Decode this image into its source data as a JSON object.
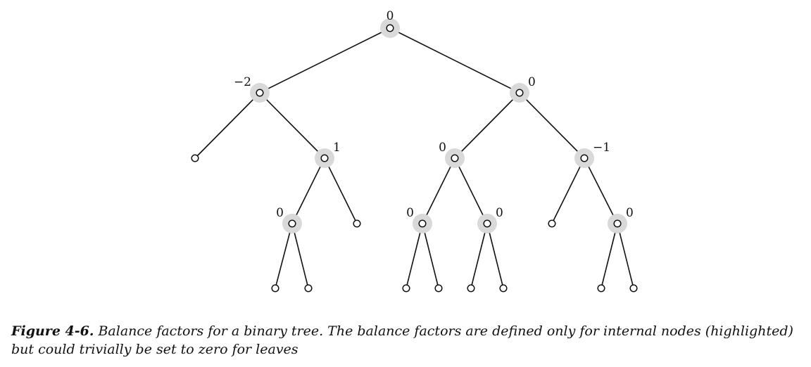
{
  "caption": {
    "label": "Figure 4-6.",
    "text": "Balance factors for a binary tree. The balance factors are defined only for internal nodes (highlighted) but could trivially be set to zero for leaves"
  },
  "colors": {
    "edge": "#111111",
    "node_fill": "#ffffff",
    "highlight": "#d9d9d9",
    "text": "#111111"
  },
  "tree": {
    "nodes": [
      {
        "id": "n0",
        "balance": "0",
        "internal": true
      },
      {
        "id": "n1",
        "parent": "n0",
        "balance": "−2",
        "internal": true
      },
      {
        "id": "n2",
        "parent": "n0",
        "balance": "0",
        "internal": true
      },
      {
        "id": "n3",
        "parent": "n1",
        "internal": false
      },
      {
        "id": "n4",
        "parent": "n1",
        "balance": "1",
        "internal": true
      },
      {
        "id": "n5",
        "parent": "n2",
        "balance": "0",
        "internal": true
      },
      {
        "id": "n6",
        "parent": "n2",
        "balance": "−1",
        "internal": true
      },
      {
        "id": "n7",
        "parent": "n4",
        "balance": "0",
        "internal": true
      },
      {
        "id": "n8",
        "parent": "n4",
        "internal": false
      },
      {
        "id": "n9",
        "parent": "n5",
        "balance": "0",
        "internal": true
      },
      {
        "id": "n10",
        "parent": "n5",
        "balance": "0",
        "internal": true
      },
      {
        "id": "n11",
        "parent": "n6",
        "internal": false
      },
      {
        "id": "n12",
        "parent": "n6",
        "balance": "0",
        "internal": true
      },
      {
        "id": "n13",
        "parent": "n7",
        "internal": false
      },
      {
        "id": "n14",
        "parent": "n7",
        "internal": false
      },
      {
        "id": "n15",
        "parent": "n9",
        "internal": false
      },
      {
        "id": "n16",
        "parent": "n9",
        "internal": false
      },
      {
        "id": "n17",
        "parent": "n10",
        "internal": false
      },
      {
        "id": "n18",
        "parent": "n10",
        "internal": false
      },
      {
        "id": "n19",
        "parent": "n12",
        "internal": false
      },
      {
        "id": "n20",
        "parent": "n12",
        "internal": false
      }
    ]
  }
}
